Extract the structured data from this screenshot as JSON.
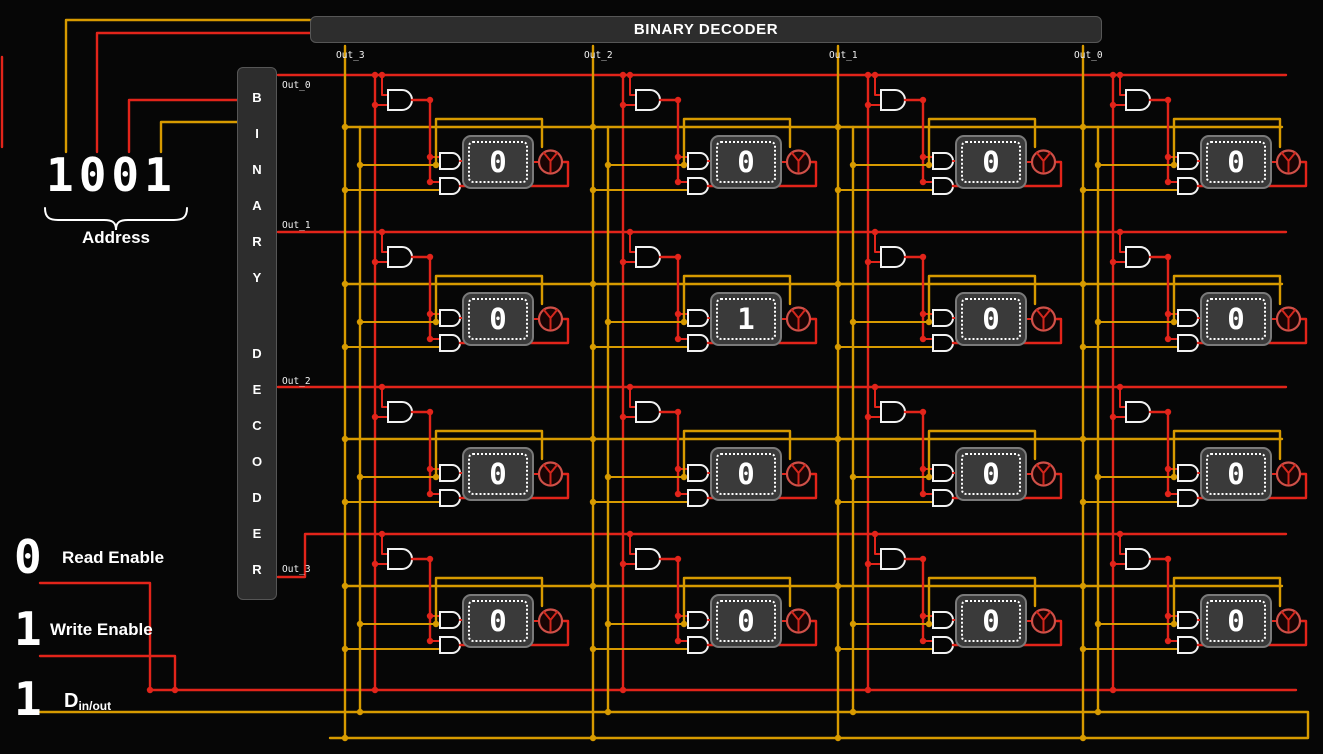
{
  "top_decoder": {
    "label": "BINARY DECODER",
    "outputs": [
      "Out_3",
      "Out_2",
      "Out_1",
      "Out_0"
    ]
  },
  "left_decoder": {
    "label": "BINARY DECODER",
    "outputs": [
      "Out_0",
      "Out_1",
      "Out_2",
      "Out_3"
    ]
  },
  "address": {
    "value": "1001",
    "label": "Address"
  },
  "signals": [
    {
      "id": "read-enable",
      "value": "0",
      "label": "Read Enable"
    },
    {
      "id": "write-enable",
      "value": "1",
      "label": "Write Enable"
    },
    {
      "id": "data-in-out",
      "value": "1",
      "label": "D",
      "sub": "in/out"
    }
  ],
  "memory_grid": {
    "rows": 4,
    "cols": 4,
    "cells": [
      [
        "0",
        "0",
        "0",
        "0"
      ],
      [
        "0",
        "1",
        "0",
        "0"
      ],
      [
        "0",
        "0",
        "0",
        "0"
      ],
      [
        "0",
        "0",
        "0",
        "0"
      ]
    ]
  },
  "icons": {
    "and_gate": "d-shape-and-gate",
    "output_led": "circle-with-y-spokes"
  },
  "colors": {
    "wire_red": "#e2241a",
    "wire_yellow": "#d79a00",
    "panel_bg": "#2d2d2d",
    "panel_border": "#565656",
    "display_bg": "#3a3a3a",
    "display_border": "#7a7a7a",
    "background": "#060606",
    "text": "#ffffff"
  }
}
